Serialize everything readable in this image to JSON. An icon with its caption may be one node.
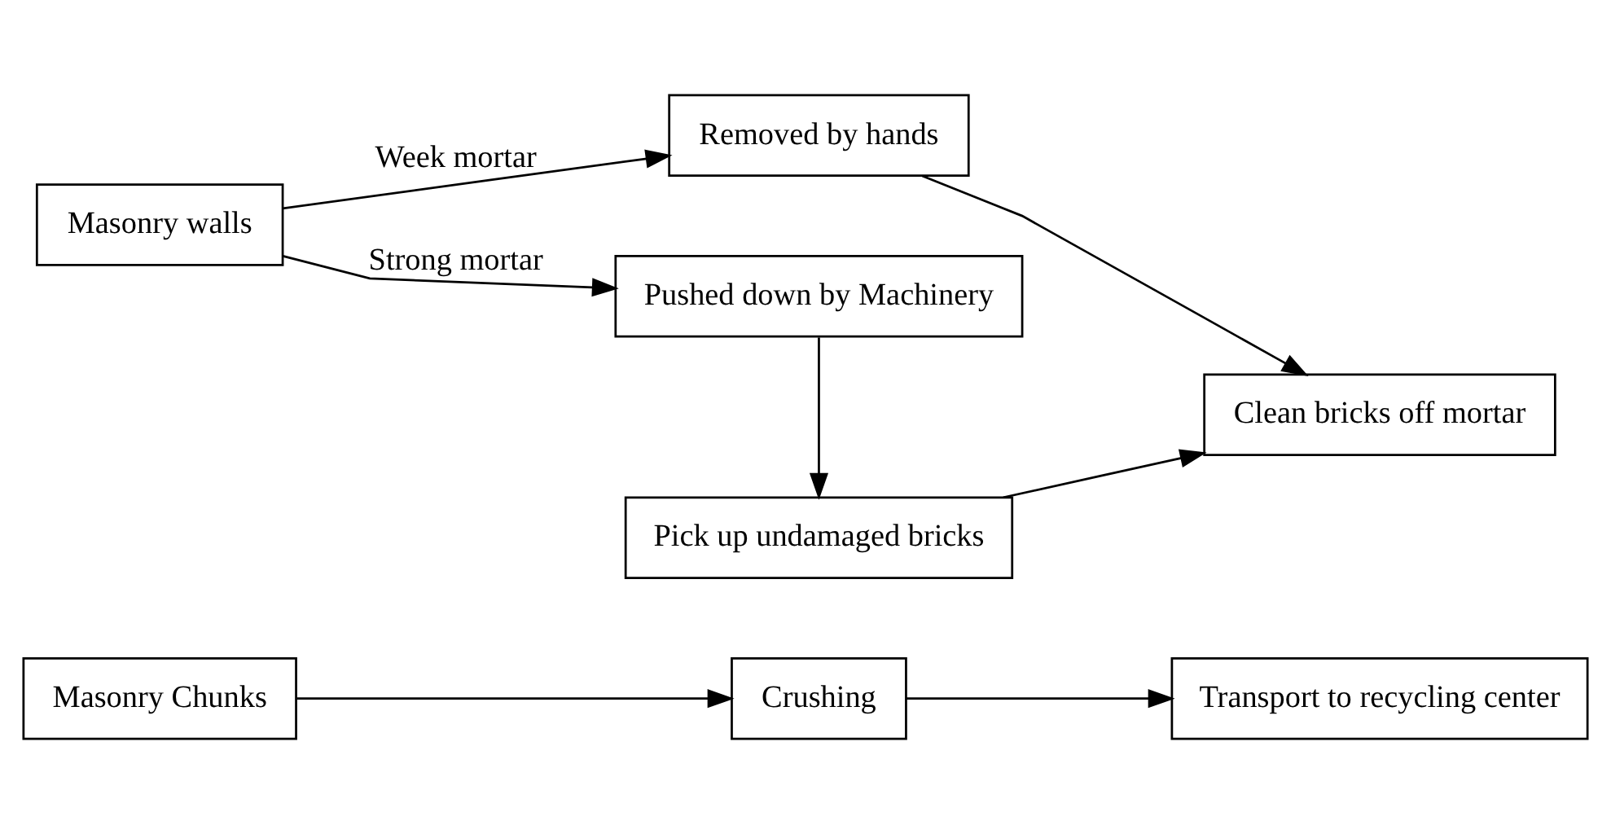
{
  "diagram": {
    "nodes": [
      {
        "text": [
          "Masonry Chunks"
        ]
      },
      {
        "text": [
          "Crushing"
        ]
      },
      {
        "text": [
          "Transport to recycling center"
        ]
      },
      {
        "text": [
          "Masonry walls"
        ]
      },
      {
        "text": [
          "Removed by hands"
        ]
      },
      {
        "text": [
          "Pushed down by Machinery"
        ]
      },
      {
        "text": [
          "Clean bricks off mortar"
        ]
      },
      {
        "text": [
          "Pick up undamaged bricks"
        ]
      }
    ],
    "edges": [
      {
        "from": 0,
        "to": 1,
        "arrow": "to"
      },
      {
        "from": 1,
        "to": 2,
        "arrow": "to"
      },
      {
        "from": 3,
        "to": 4,
        "arrow": "to",
        "label": "Week mortar"
      },
      {
        "from": 3,
        "to": 5,
        "arrow": "to",
        "label": "Strong mortar"
      },
      {
        "from": 4,
        "to": 6,
        "arrow": "to"
      },
      {
        "from": 5,
        "to": 7,
        "arrow": "to"
      },
      {
        "from": 7,
        "to": 6,
        "arrow": "to"
      }
    ]
  }
}
